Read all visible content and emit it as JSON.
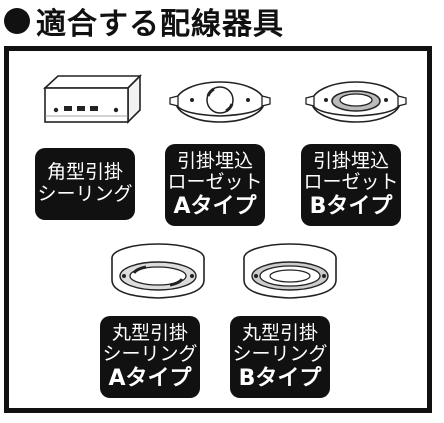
{
  "header": {
    "title": "適合する配線器具"
  },
  "items": [
    {
      "lines": [
        "角型引掛",
        "シーリング"
      ],
      "icon": "square-ceiling-box-icon"
    },
    {
      "lines": [
        "引掛埋込",
        "ローゼット",
        "Aタイプ"
      ],
      "icon": "flush-rosette-a-icon"
    },
    {
      "lines": [
        "引掛埋込",
        "ローゼット",
        "Bタイプ"
      ],
      "icon": "flush-rosette-b-icon"
    },
    {
      "lines": [
        "丸型引掛",
        "シーリング",
        "Aタイプ"
      ],
      "icon": "round-ceiling-a-icon"
    },
    {
      "lines": [
        "丸型引掛",
        "シーリング",
        "Bタイプ"
      ],
      "icon": "round-ceiling-b-icon"
    }
  ]
}
